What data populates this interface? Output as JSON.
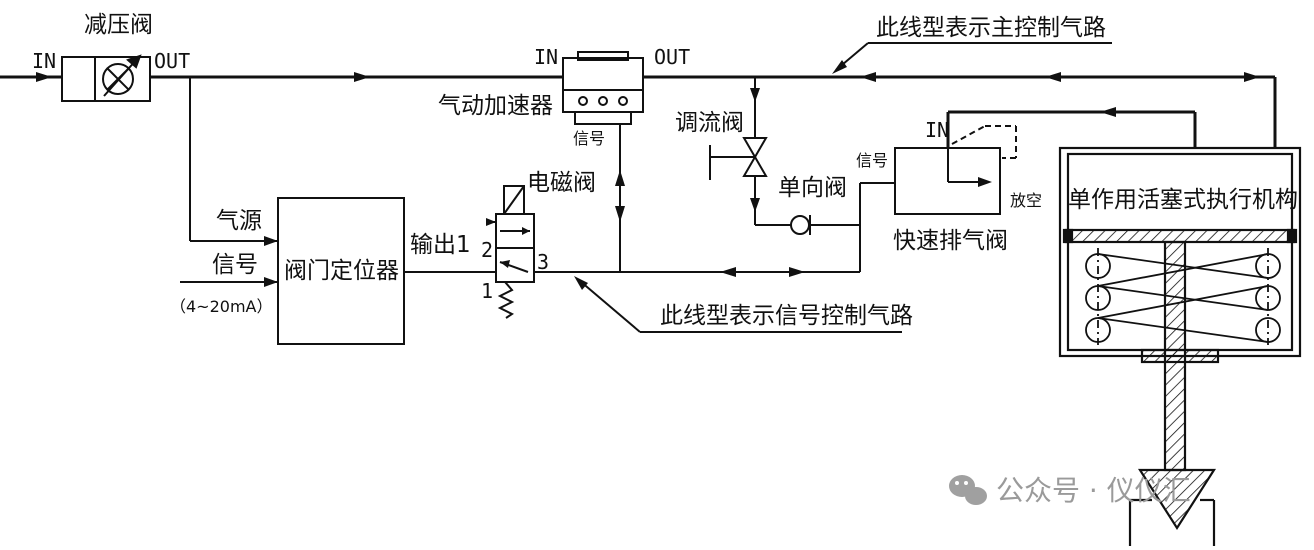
{
  "labels": {
    "pressure_reducer": "减压阀",
    "in_1": "IN",
    "out_1": "OUT",
    "main_air_note": "此线型表示主控制气路",
    "booster_in": "IN",
    "booster_out": "OUT",
    "booster": "气动加速器",
    "signal_booster": "信号",
    "flow_valve": "调流阀",
    "check_valve": "单向阀",
    "solenoid": "电磁阀",
    "quick_exhaust": "快速排气阀",
    "signal_qe": "信号",
    "qe_in": "IN",
    "vent": "放空",
    "actuator": "单作用活塞式执行机构",
    "air_supply": "气源",
    "signal_in": "信号",
    "signal_range": "（4~20mA）",
    "positioner": "阀门定位器",
    "output1": "输出1",
    "port_2": "2",
    "port_3": "3",
    "port_1": "1",
    "signal_air_note": "此线型表示信号控制气路"
  },
  "watermark": {
    "text": "公众号 · 仪仪汇",
    "icon": "wechat-icon"
  }
}
